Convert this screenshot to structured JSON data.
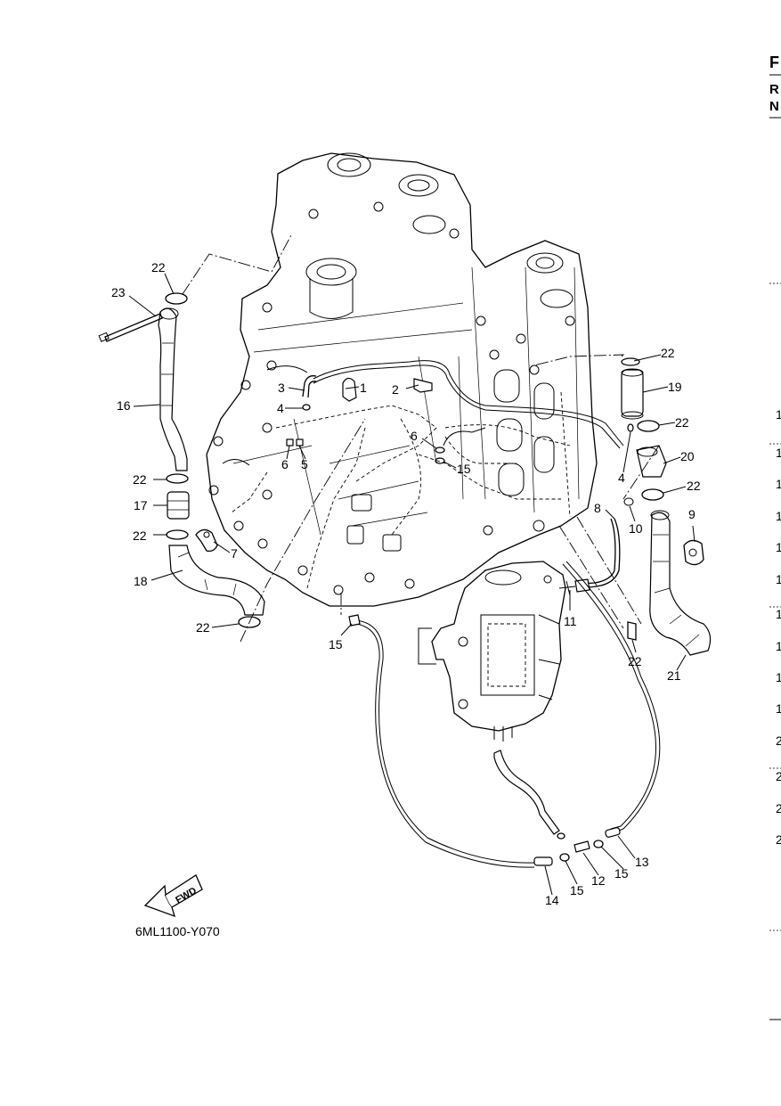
{
  "diagram_code": "6ML1100-Y070",
  "fwd_label": "FWD",
  "callouts": [
    {
      "id": "c1",
      "label": "1"
    },
    {
      "id": "c2",
      "label": "2"
    },
    {
      "id": "c3",
      "label": "3"
    },
    {
      "id": "c4a",
      "label": "4"
    },
    {
      "id": "c4b",
      "label": "4"
    },
    {
      "id": "c5",
      "label": "5"
    },
    {
      "id": "c6a",
      "label": "6"
    },
    {
      "id": "c6b",
      "label": "6"
    },
    {
      "id": "c7",
      "label": "7"
    },
    {
      "id": "c8",
      "label": "8"
    },
    {
      "id": "c9",
      "label": "9"
    },
    {
      "id": "c10",
      "label": "10"
    },
    {
      "id": "c11",
      "label": "11"
    },
    {
      "id": "c12",
      "label": "12"
    },
    {
      "id": "c13",
      "label": "13"
    },
    {
      "id": "c14",
      "label": "14"
    },
    {
      "id": "c15a",
      "label": "15"
    },
    {
      "id": "c15b",
      "label": "15"
    },
    {
      "id": "c15c",
      "label": "15"
    },
    {
      "id": "c15d",
      "label": "15"
    },
    {
      "id": "c16",
      "label": "16"
    },
    {
      "id": "c17",
      "label": "17"
    },
    {
      "id": "c18",
      "label": "18"
    },
    {
      "id": "c19",
      "label": "19"
    },
    {
      "id": "c20",
      "label": "20"
    },
    {
      "id": "c21",
      "label": "21"
    },
    {
      "id": "c22a",
      "label": "22"
    },
    {
      "id": "c22b",
      "label": "22"
    },
    {
      "id": "c22c",
      "label": "22"
    },
    {
      "id": "c22d",
      "label": "22"
    },
    {
      "id": "c22e",
      "label": "22"
    },
    {
      "id": "c22f",
      "label": "22"
    },
    {
      "id": "c22g",
      "label": "22"
    },
    {
      "id": "c22h",
      "label": "22"
    },
    {
      "id": "c23",
      "label": "23"
    }
  ],
  "right_edge": {
    "header": [
      "F",
      "R",
      "N"
    ],
    "column": [
      "1",
      "1",
      "1",
      "1",
      "1",
      "1",
      "1",
      "1",
      "1",
      "1",
      "2",
      "2",
      "2",
      "2"
    ]
  }
}
